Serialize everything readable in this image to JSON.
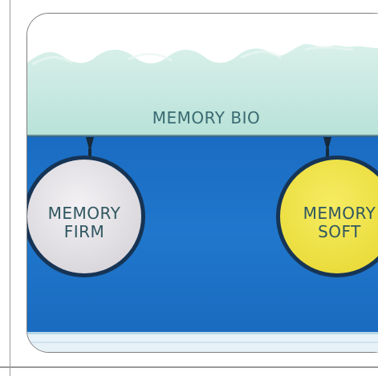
{
  "layers": {
    "top_layer_label": "MEMORY BIO",
    "insert_left_label_line1": "MEMORY",
    "insert_left_label_line2": "FIRM",
    "insert_right_label_line1": "MEMORY",
    "insert_right_label_line2": "SOFT"
  },
  "colors": {
    "top_foam": "#bfe6dc",
    "core_foam": "#1f73c8",
    "firm_insert": "#e6e3e6",
    "soft_insert": "#f2e64c",
    "base_strip": "#d8edf7",
    "frame_border": "#7d7d7d"
  }
}
